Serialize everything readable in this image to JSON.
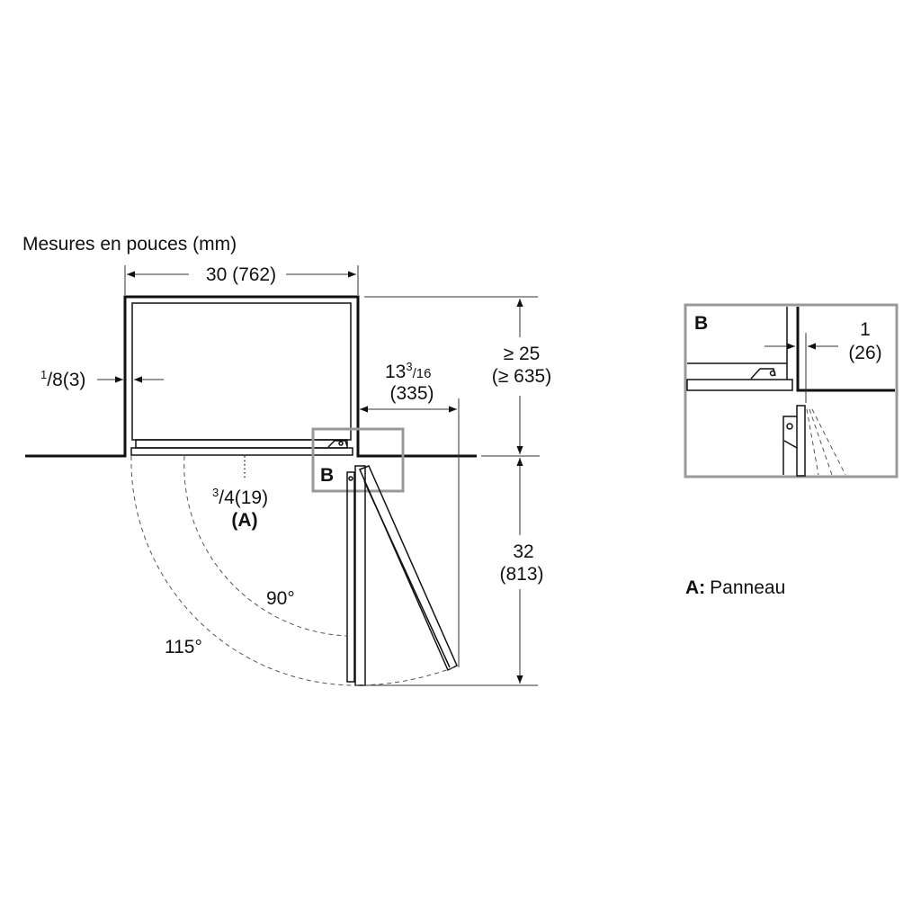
{
  "title": "Mesures en pouces (mm)",
  "dimensions": {
    "width": "30 (762)",
    "gap_whole": "1",
    "gap_frac": "/8(3)",
    "depth_min_1": "≥ 25",
    "depth_min_2": "(≥ 635)",
    "clearance_whole": "13",
    "clearance_num": "3",
    "clearance_den": "/16",
    "clearance_mm": "(335)",
    "door_1": "32",
    "door_2": "(813)",
    "panel_num": "3",
    "panel_rest": "/4(19)",
    "panel_label": "(A)",
    "angle_90": "90°",
    "angle_115": "115°"
  },
  "detail": {
    "label": "B",
    "gap_1": "1",
    "gap_2": "(26)"
  },
  "legend": {
    "key": "A:",
    "text": "Panneau"
  }
}
